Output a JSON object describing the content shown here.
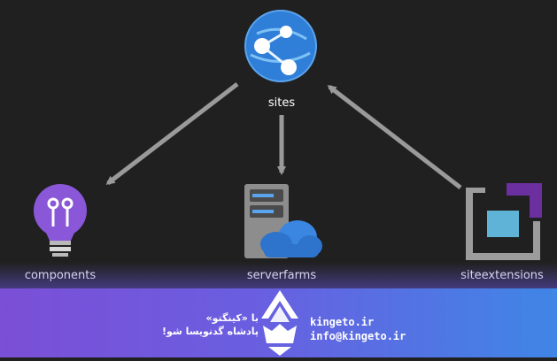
{
  "nodes": {
    "sites": {
      "label": "sites"
    },
    "components": {
      "label": "components"
    },
    "serverfarms": {
      "label": "serverfarms"
    },
    "siteextensions": {
      "label": "siteextensions"
    }
  },
  "banner": {
    "fa_line1": "با «کینگتو»",
    "fa_line2": "پادشاه گدنویسا شو!",
    "site": "kingeto.ir",
    "email": "info@kingeto.ir"
  },
  "colors": {
    "background": "#202020",
    "arrow": "#9a9a9a",
    "sites_blue": "#2f7fd8",
    "bulb_purple": "#8a57d8",
    "ext_purple": "#6b2fa0",
    "ext_cyan": "#5fb3d6",
    "banner_left": "#7b4fd6",
    "banner_right": "#3f86e6"
  }
}
